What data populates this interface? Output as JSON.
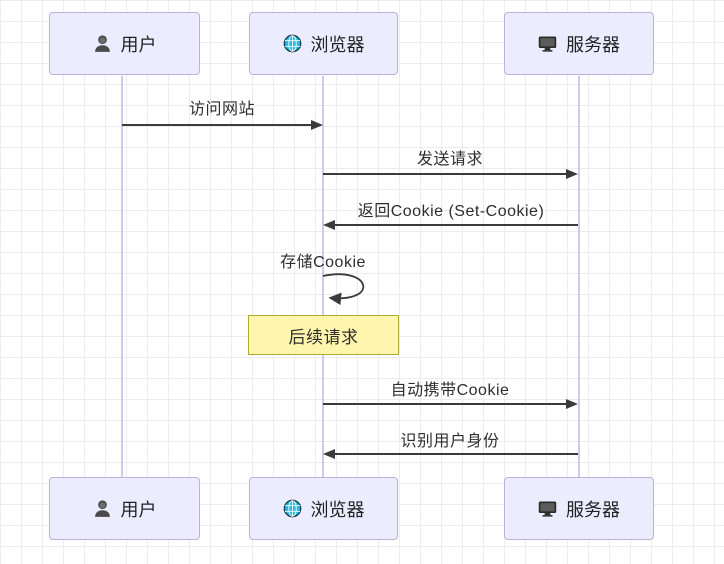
{
  "diagram": {
    "type": "sequence-diagram",
    "actors": [
      {
        "label": "用户",
        "icon": "person-icon"
      },
      {
        "label": "浏览器",
        "icon": "globe-icon"
      },
      {
        "label": "服务器",
        "icon": "monitor-icon"
      }
    ],
    "messages": [
      {
        "label": "访问网站",
        "from": "用户",
        "to": "浏览器",
        "arrow": "solid-right"
      },
      {
        "label": "发送请求",
        "from": "浏览器",
        "to": "服务器",
        "arrow": "solid-right"
      },
      {
        "label": "返回Cookie (Set-Cookie)",
        "from": "服务器",
        "to": "浏览器",
        "arrow": "solid-left"
      },
      {
        "label": "存储Cookie",
        "from": "浏览器",
        "to": "浏览器",
        "arrow": "self-loop"
      },
      {
        "label": "自动携带Cookie",
        "from": "浏览器",
        "to": "服务器",
        "arrow": "solid-right"
      },
      {
        "label": "识别用户身份",
        "from": "服务器",
        "to": "浏览器",
        "arrow": "solid-left"
      }
    ],
    "note": {
      "label": "后续请求",
      "over": "浏览器"
    },
    "colors": {
      "actor_fill": "#ECECFF",
      "actor_border": "#BFAEDE",
      "lifeline": "#D4C6EC",
      "arrow": "#3A3A3A",
      "note_fill": "#FFF5AD",
      "note_border": "#AAAA33",
      "grid_line": "#ECECEC",
      "background": "#FFFFFF"
    }
  }
}
